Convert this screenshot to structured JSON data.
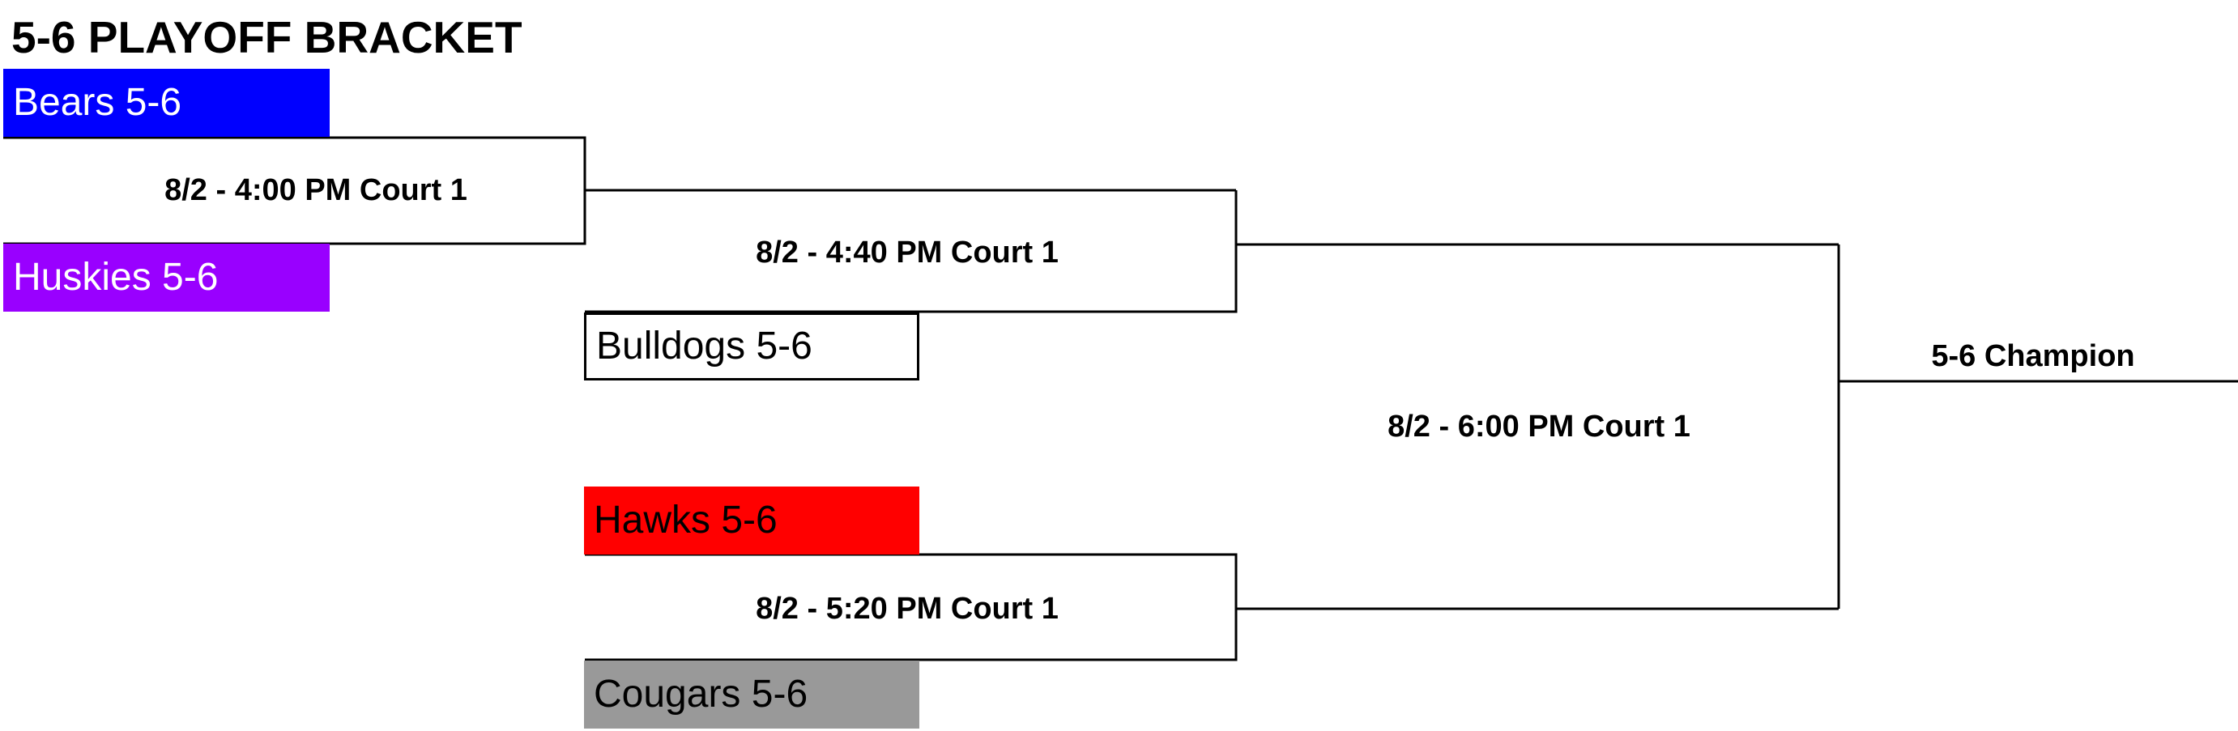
{
  "title": "5-6 PLAYOFF BRACKET",
  "colors": {
    "bears": "#0000FF",
    "huskies": "#9900FF",
    "hawks": "#FF0000",
    "cougars": "#999999",
    "bulldogs": "#FFFFFF",
    "line": "#000000"
  },
  "teams": {
    "bears": "Bears 5-6",
    "huskies": "Huskies 5-6",
    "bulldogs": "Bulldogs 5-6",
    "hawks": "Hawks 5-6",
    "cougars": "Cougars 5-6"
  },
  "games": {
    "game1": "8/2 - 4:00 PM Court 1",
    "game2": "8/2 - 4:40 PM Court 1",
    "game3": "8/2 - 5:20 PM Court 1",
    "final": "8/2 - 6:00 PM Court 1",
    "champion": "5-6 Champion"
  }
}
